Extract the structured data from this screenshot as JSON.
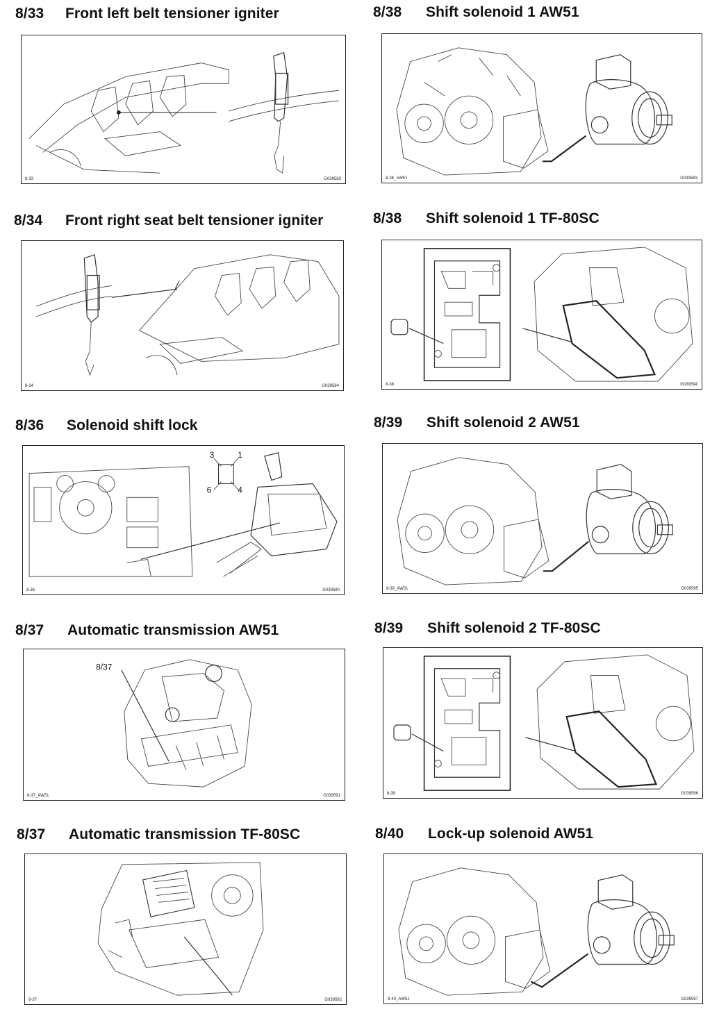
{
  "panels": [
    {
      "number": "8/33",
      "title": "Front left belt tensioner igniter",
      "code_left": "8-33",
      "code_right": "G039583"
    },
    {
      "number": "8/38",
      "title": "Shift solenoid 1 AW51",
      "code_left": "8-38_AW51",
      "code_right": "G039593"
    },
    {
      "number": "8/34",
      "title": "Front right seat belt tensioner igniter",
      "code_left": "8-34",
      "code_right": "G039584"
    },
    {
      "number": "8/38",
      "title": "Shift solenoid 1 TF-80SC",
      "code_left": "8-38",
      "code_right": "G039594"
    },
    {
      "number": "8/36",
      "title": "Solenoid shift lock",
      "code_left": "8-36",
      "code_right": "G039590",
      "pin_labels": [
        "3",
        "1",
        "6",
        "4"
      ]
    },
    {
      "number": "8/39",
      "title": "Shift solenoid 2 AW51",
      "code_left": "8-39_AW51",
      "code_right": "G039595"
    },
    {
      "number": "8/37",
      "title": "Automatic transmission AW51",
      "code_left": "8-37_AW51",
      "code_right": "G039591",
      "callout": "8/37"
    },
    {
      "number": "8/39",
      "title": "Shift solenoid 2 TF-80SC",
      "code_left": "8-39",
      "code_right": "G039596"
    },
    {
      "number": "8/37",
      "title": "Automatic transmission TF-80SC",
      "code_left": "8-37",
      "code_right": "G039592"
    },
    {
      "number": "8/40",
      "title": "Lock-up solenoid AW51",
      "code_left": "8-40_AW51",
      "code_right": "G039597"
    }
  ]
}
